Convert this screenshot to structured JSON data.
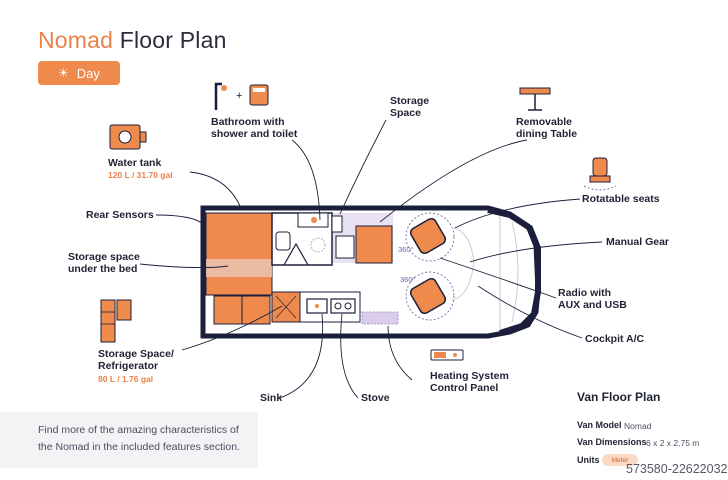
{
  "title": {
    "brand": "Nomad",
    "rest": "Floor Plan"
  },
  "mode_toggle": {
    "label": "Day",
    "icon": "sun-icon"
  },
  "labels": {
    "bathroom": [
      "Bathroom with",
      "shower and toilet"
    ],
    "storage_space": [
      "Storage",
      "Space"
    ],
    "dining_table": [
      "Removable",
      "dining Table"
    ],
    "water_tank": "Water tank",
    "water_tank_capacity": "120 L / 31.70 gal",
    "rotatable_seats": "Rotatable seats",
    "rear_sensors": "Rear Sensors",
    "manual_gear": "Manual Gear",
    "storage_under_bed": [
      "Storage space",
      "under the bed"
    ],
    "radio": [
      "Radio with",
      "AUX and USB"
    ],
    "cockpit_ac": "Cockpit A/C",
    "storage_fridge": [
      "Storage Space/",
      "Refrigerator"
    ],
    "fridge_capacity": "80 L / 1.76 gal",
    "heating_panel": [
      "Heating System",
      "Control Panel"
    ],
    "sink": "Sink",
    "stove": "Stove"
  },
  "seat_rotation": [
    "360°",
    "360°"
  ],
  "footer": {
    "text": "Find more of the amazing characteristics of the Nomad in the included features section."
  },
  "specs": {
    "title": "Van Floor Plan",
    "model_label": "Van Model",
    "model_value": "Nomad",
    "dimensions_label": "Van Dimensions",
    "dimensions_value": "6 x 2 x 2.75 m",
    "units_label": "Units",
    "units_value": "Meter"
  },
  "reference_code": "573580-22622032",
  "colors": {
    "accent": "#ee8a4c",
    "van_outline": "#1c1f3b",
    "highlight": "#d9cdea"
  }
}
